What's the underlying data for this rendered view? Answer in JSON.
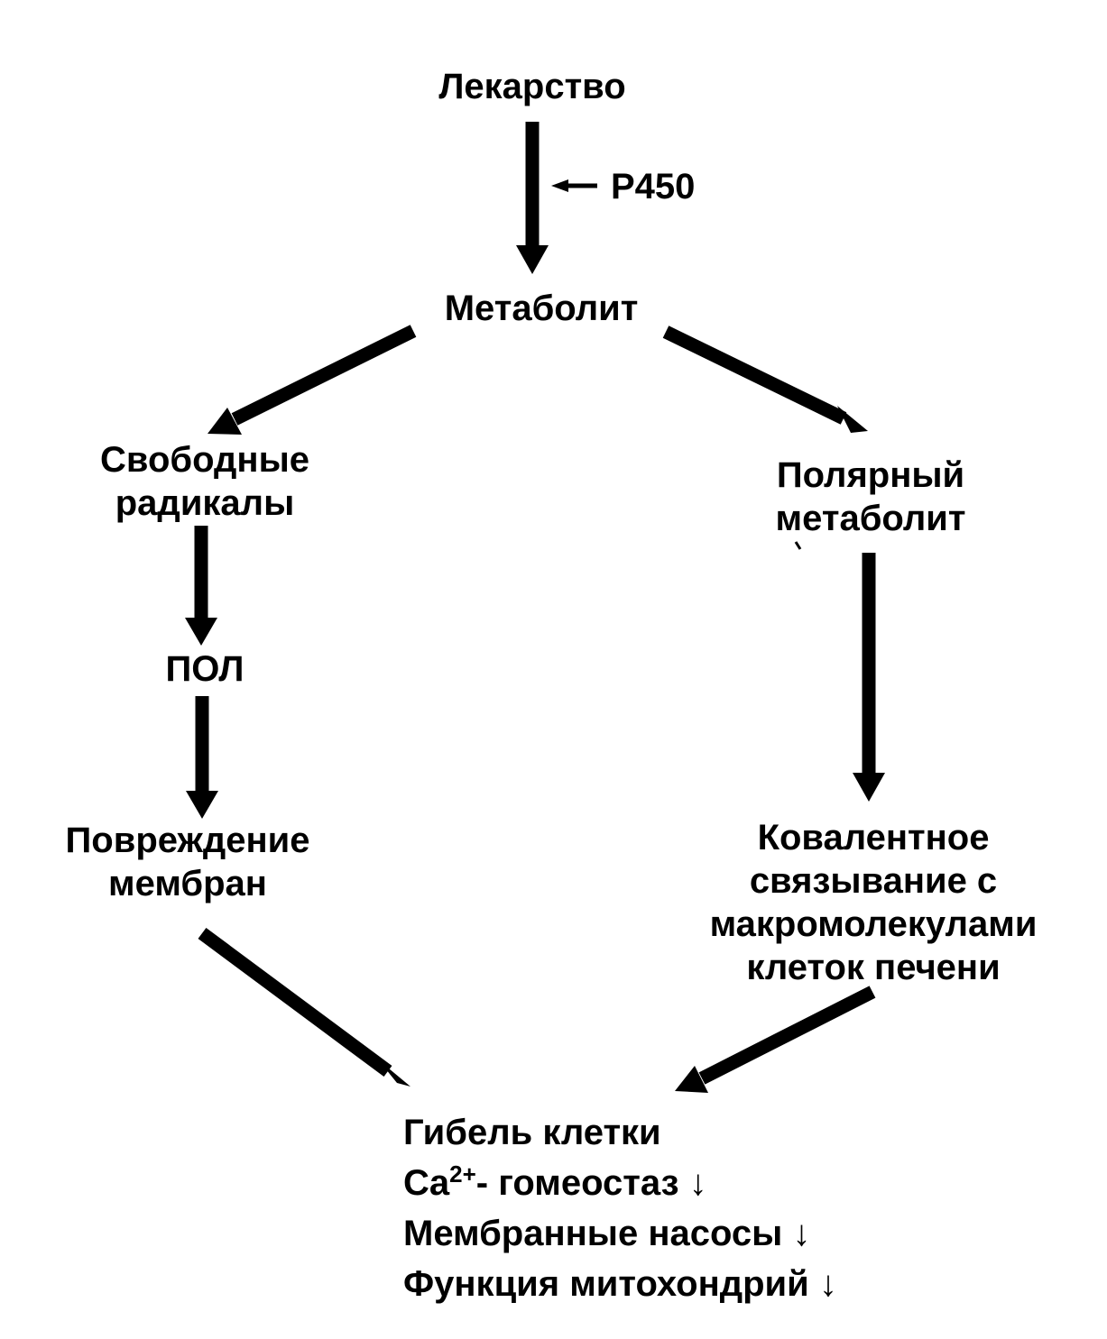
{
  "nodes": {
    "drug": "Лекарство",
    "enzyme": "P450",
    "metabolite": "Метаболит",
    "free_radicals": [
      "Свободные",
      "радикалы"
    ],
    "polar_metabolite": [
      "Полярный",
      "метаболит"
    ],
    "pol": "ПОЛ",
    "membrane_damage": [
      "Повреждение",
      "мембран"
    ],
    "covalent_binding": [
      "Ковалентное",
      "связывание с",
      "макромолекулами",
      "клеток печени"
    ],
    "cell_death": "Гибель клетки",
    "ca_prefix": "Ca",
    "ca_sup": "2+",
    "ca_suffix": "- гомеостаз ↓",
    "membrane_pumps": "Мембранные насосы ↓",
    "mito_function": "Функция митохондрий ↓"
  }
}
